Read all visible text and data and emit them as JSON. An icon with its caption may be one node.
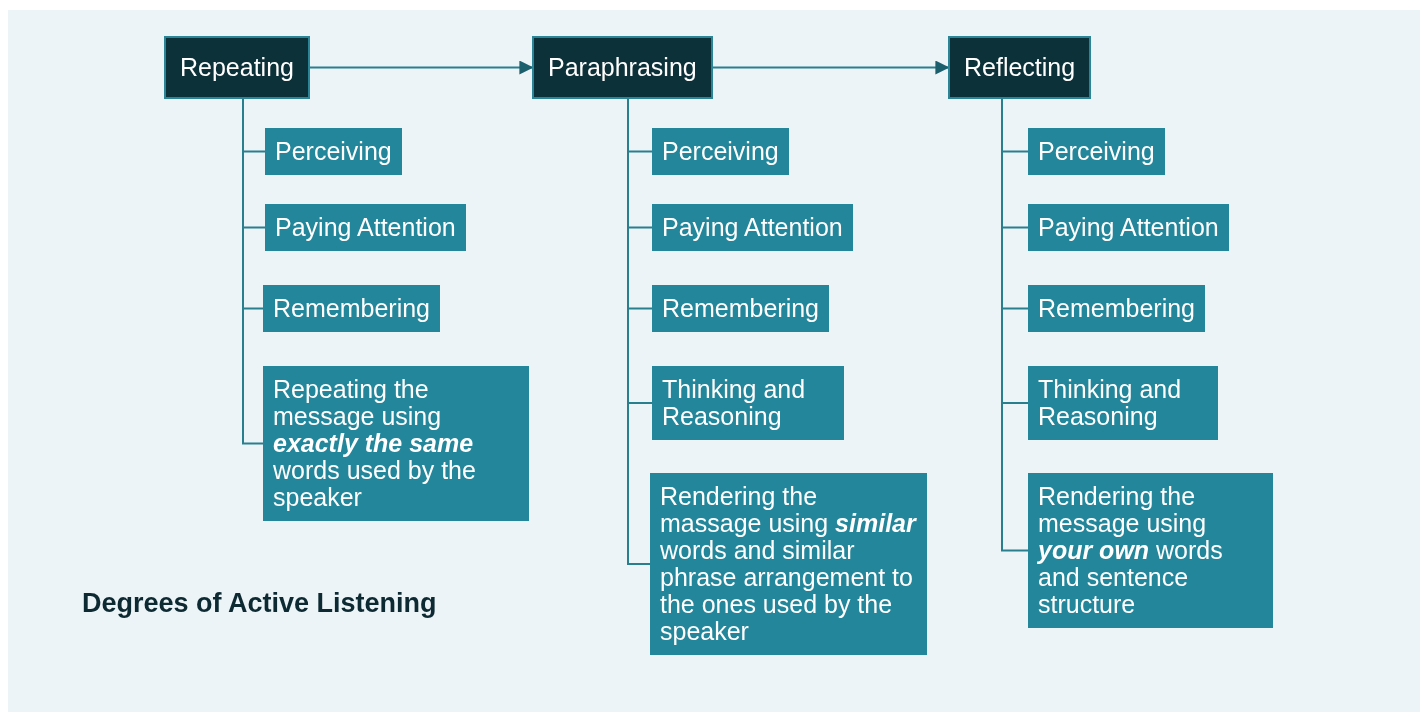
{
  "diagram": {
    "title": "Degrees of Active Listening",
    "nodes": [
      {
        "text": [
          "Repeating"
        ]
      },
      {
        "text": [
          "Paraphrasing"
        ]
      },
      {
        "text": [
          "Reflecting"
        ]
      },
      {
        "text": [
          "Perceiving"
        ]
      },
      {
        "text": [
          "Paying Attention"
        ]
      },
      {
        "text": [
          "Remembering"
        ]
      },
      {
        "text": [
          "Repeating the message using **exactly the same** words used by the speaker"
        ]
      },
      {
        "text": [
          "Perceiving"
        ]
      },
      {
        "text": [
          "Paying Attention"
        ]
      },
      {
        "text": [
          "Remembering"
        ]
      },
      {
        "text": [
          "Thinking and Reasoning"
        ]
      },
      {
        "text": [
          "Rendering the massage using **similar** words and similar phrase arrangement to the ones used by the speaker"
        ]
      },
      {
        "text": [
          "Perceiving"
        ]
      },
      {
        "text": [
          "Paying Attention"
        ]
      },
      {
        "text": [
          "Remembering"
        ]
      },
      {
        "text": [
          "Thinking and Reasoning"
        ]
      },
      {
        "text": [
          "Rendering the message using **your own** words and sentence structure"
        ]
      }
    ],
    "edges": [
      {
        "from": 0,
        "to": 1,
        "arrow": "to"
      },
      {
        "from": 1,
        "to": 2,
        "arrow": "to"
      },
      {
        "from": 0,
        "to": 3,
        "arrow": "none"
      },
      {
        "from": 0,
        "to": 4,
        "arrow": "none"
      },
      {
        "from": 0,
        "to": 5,
        "arrow": "none"
      },
      {
        "from": 0,
        "to": 6,
        "arrow": "none"
      },
      {
        "from": 1,
        "to": 7,
        "arrow": "none"
      },
      {
        "from": 1,
        "to": 8,
        "arrow": "none"
      },
      {
        "from": 1,
        "to": 9,
        "arrow": "none"
      },
      {
        "from": 1,
        "to": 10,
        "arrow": "none"
      },
      {
        "from": 1,
        "to": 11,
        "arrow": "none"
      },
      {
        "from": 2,
        "to": 12,
        "arrow": "none"
      },
      {
        "from": 2,
        "to": 13,
        "arrow": "none"
      },
      {
        "from": 2,
        "to": 14,
        "arrow": "none"
      },
      {
        "from": 2,
        "to": 15,
        "arrow": "none"
      },
      {
        "from": 2,
        "to": 16,
        "arrow": "none"
      }
    ]
  }
}
